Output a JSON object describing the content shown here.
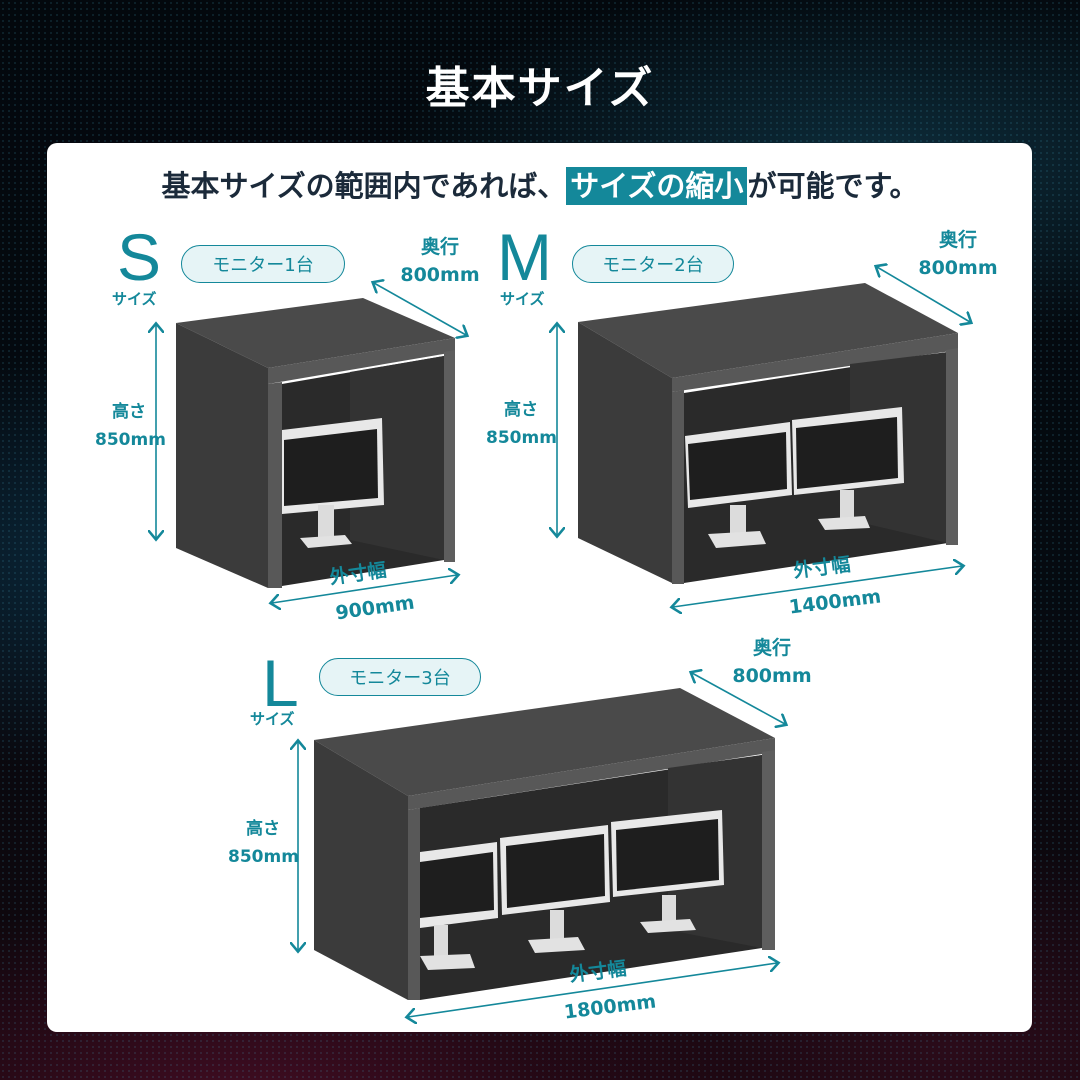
{
  "page": {
    "title": "基本サイズ",
    "lead": {
      "before": "基本サイズの範囲内であれば、",
      "highlight": "サイズの縮小",
      "after": "が可能です。"
    },
    "accent_color": "#14889a"
  },
  "sizes": [
    {
      "letter": "S",
      "sub": "サイズ",
      "monitors_label": "モニター1台",
      "monitors": 1,
      "depth_label": "奥行",
      "depth_value": "800mm",
      "height_label": "高さ",
      "height_value": "850mm",
      "width_label": "外寸幅",
      "width_value": "900mm"
    },
    {
      "letter": "M",
      "sub": "サイズ",
      "monitors_label": "モニター2台",
      "monitors": 2,
      "depth_label": "奥行",
      "depth_value": "800mm",
      "height_label": "高さ",
      "height_value": "850mm",
      "width_label": "外寸幅",
      "width_value": "1400mm"
    },
    {
      "letter": "L",
      "sub": "サイズ",
      "monitors_label": "モニター3台",
      "monitors": 3,
      "depth_label": "奥行",
      "depth_value": "800mm",
      "height_label": "高さ",
      "height_value": "850mm",
      "width_label": "外寸幅",
      "width_value": "1800mm"
    }
  ]
}
